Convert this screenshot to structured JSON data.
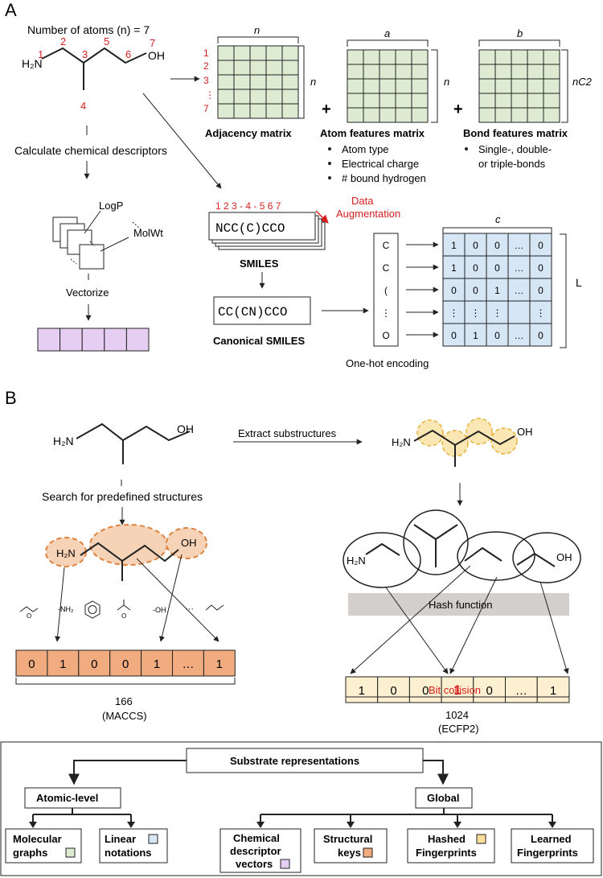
{
  "colors": {
    "red": "#d62020",
    "green": "#dcebd2",
    "blue": "#d6e6f5",
    "purple": "#e6cdf2",
    "orange": "#f0ab7f",
    "orange_light": "#f6d2b6",
    "cream": "#fdf0d0",
    "yellow": "#f9df9a",
    "grey": "#d2cfcc"
  },
  "panel_a": {
    "label": "A",
    "num_atoms_label": "Number of atoms (n) = 7",
    "mol_h2n": "H₂N",
    "mol_oh": "OH",
    "atom_numbers": [
      "1",
      "2",
      "3",
      "4",
      "5",
      "6",
      "7"
    ],
    "calc_desc": "Calculate chemical descriptors",
    "logp": "LogP",
    "molwt": "MolWt",
    "vectorize": "Vectorize",
    "adj_dim": "n",
    "adj_row_labels": [
      "1",
      "2",
      "3",
      "⋮",
      "7"
    ],
    "adj_side": "n",
    "adj_title": "Adjacency matrix",
    "atom_dim": "a",
    "atom_side": "n",
    "atom_title": "Atom features  matrix",
    "atom_bullets": [
      "Atom type",
      "Electrical charge",
      "# bound hydrogen"
    ],
    "bond_dim": "b",
    "bond_side": "nC2",
    "bond_title": "Bond features matrix",
    "bond_bullets": [
      "Single-, double-",
      "or triple-bonds"
    ],
    "plus": "+",
    "smiles_indices": "1 2 3   - 4 -  5 6 7",
    "data_aug_1": "Data",
    "data_aug_2": "Augmentation",
    "smiles_string": "NCC(C)CCO",
    "smiles_label": "SMILES",
    "canonical_string": "CC(CN)CCO",
    "canonical_label": "Canonical SMILES",
    "onehot_tokens": [
      "C",
      "C",
      "(",
      "⋮",
      "O"
    ],
    "onehot_rows": [
      [
        "1",
        "0",
        "0",
        "…",
        "0"
      ],
      [
        "1",
        "0",
        "0",
        "…",
        "0"
      ],
      [
        "0",
        "0",
        "1",
        "…",
        "0"
      ],
      [
        "⋮",
        "⋮",
        "⋮",
        "",
        "⋮"
      ],
      [
        "0",
        "1",
        "0",
        "…",
        "0"
      ]
    ],
    "onehot_dim": "c",
    "onehot_side": "L",
    "onehot_title": "One-hot encoding"
  },
  "panel_b": {
    "label": "B",
    "mol_h2n": "H₂N",
    "mol_oh": "OH",
    "extract": "Extract substructures",
    "search": "Search for predefined structures",
    "key_icons": [
      "-NH₂",
      "-OH",
      "···"
    ],
    "key_bits": [
      "0",
      "1",
      "0",
      "0",
      "1",
      "…",
      "1"
    ],
    "maccs_size": "166",
    "maccs_name": "(MACCS)",
    "hash": "Hash function",
    "fp_bits": [
      "1",
      "0",
      "0",
      "1",
      "0",
      "…",
      "1"
    ],
    "collision": "Bit collision",
    "ecfp_size": "1024",
    "ecfp_name": "(ECFP2)"
  },
  "tree": {
    "root": "Substrate representations",
    "atomic": "Atomic-level",
    "global": "Global",
    "mol_graphs": [
      "Molecular",
      "graphs"
    ],
    "linear": [
      "Linear",
      "notations"
    ],
    "chem_desc": [
      "Chemical",
      "descriptor",
      "vectors"
    ],
    "struct_keys": [
      "Structural",
      "keys"
    ],
    "hashed": [
      "Hashed",
      "Fingerprints"
    ],
    "learned": [
      "Learned",
      "Fingerprints"
    ]
  }
}
